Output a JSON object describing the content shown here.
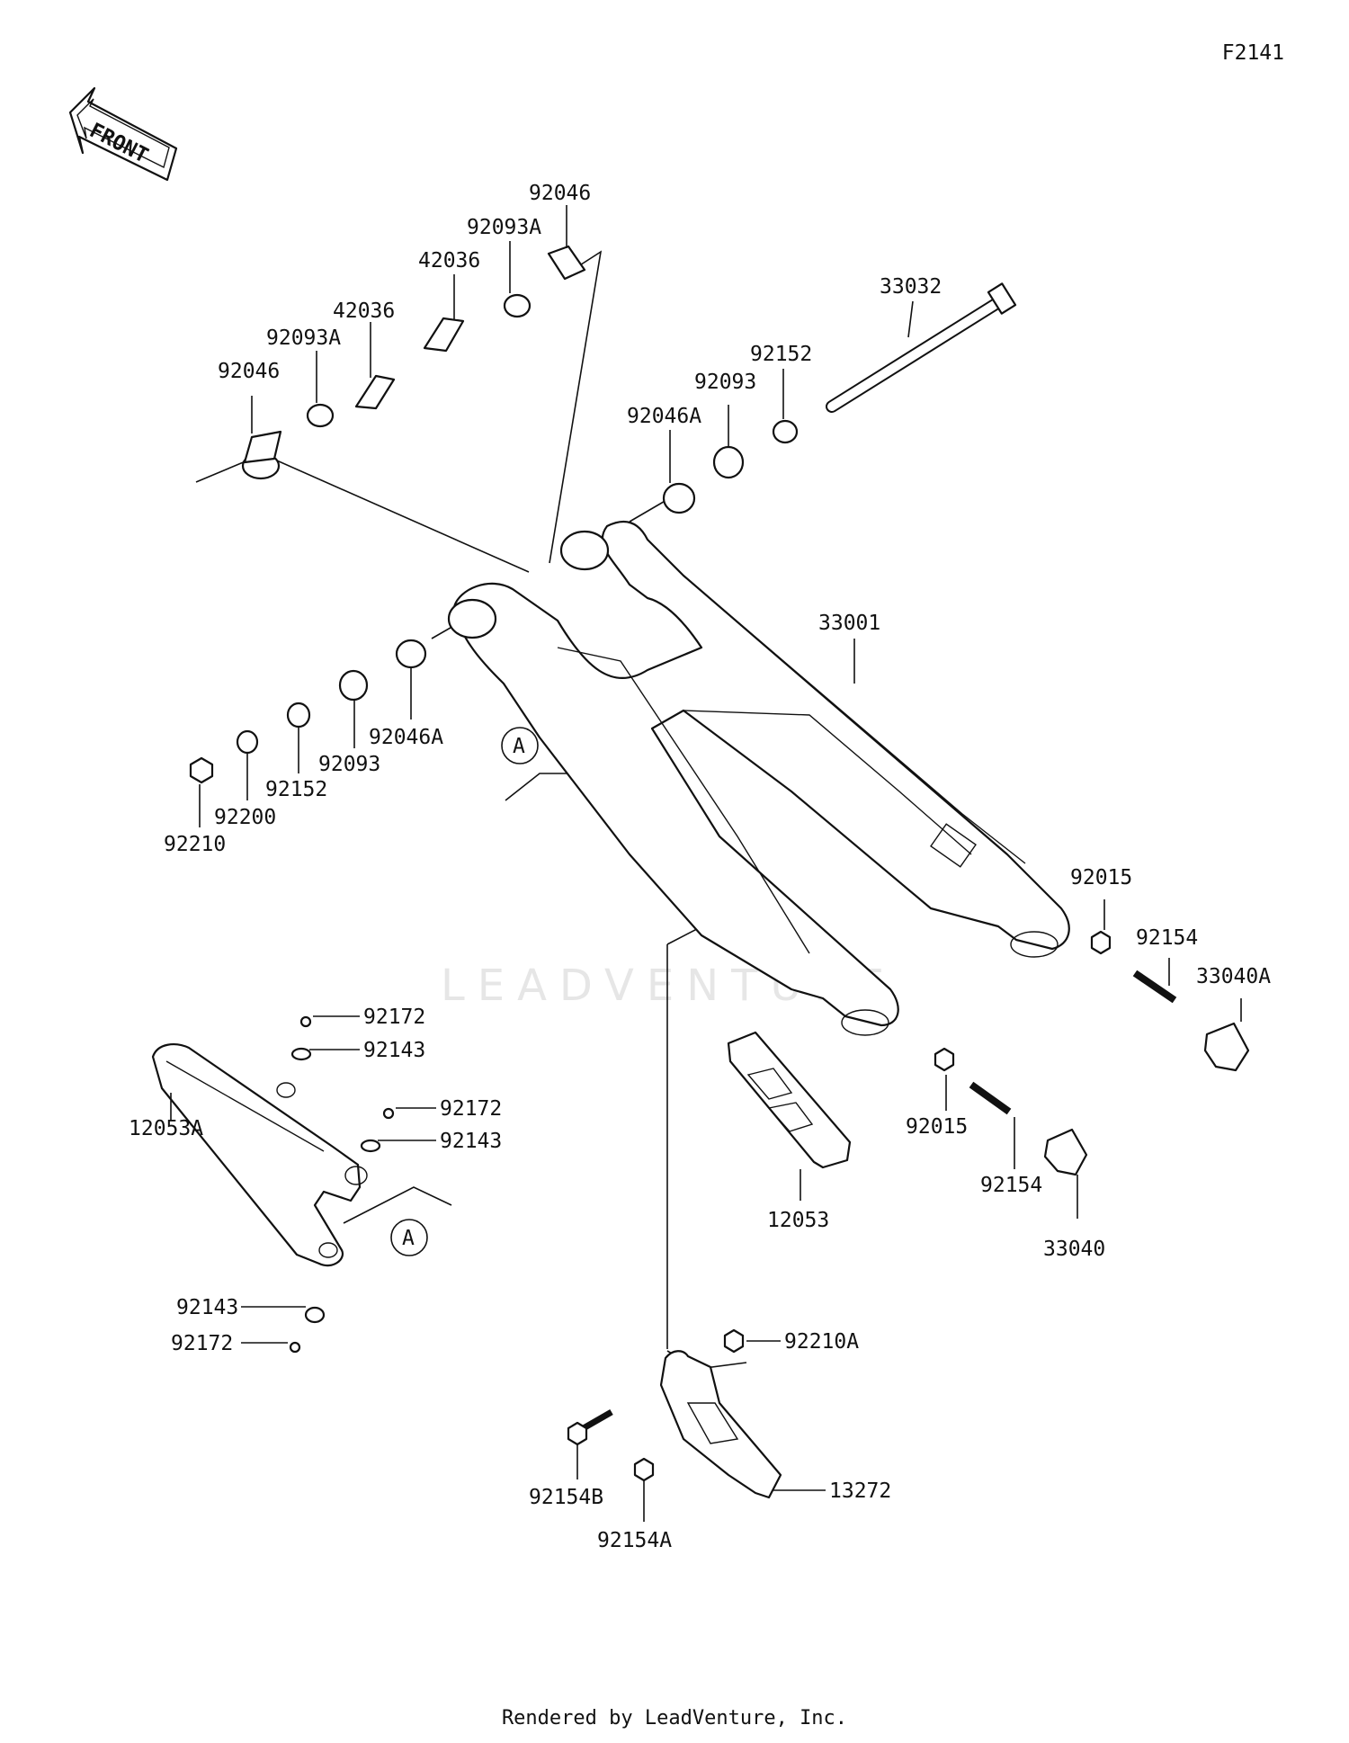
{
  "header": {
    "diagram_code": "F2141",
    "front_arrow_text": "FRONT"
  },
  "reference_marker": "A",
  "watermark": "LEADVENTURE",
  "footer": {
    "rendered_by": "Rendered by LeadVenture, Inc."
  },
  "parts": [
    {
      "id": "p1",
      "number": "92046"
    },
    {
      "id": "p2",
      "number": "92093A"
    },
    {
      "id": "p3",
      "number": "42036"
    },
    {
      "id": "p4",
      "number": "42036"
    },
    {
      "id": "p5",
      "number": "92093A"
    },
    {
      "id": "p6",
      "number": "92046"
    },
    {
      "id": "p7",
      "number": "33032"
    },
    {
      "id": "p8",
      "number": "92152"
    },
    {
      "id": "p9",
      "number": "92093"
    },
    {
      "id": "p10",
      "number": "92046A"
    },
    {
      "id": "p11",
      "number": "33001"
    },
    {
      "id": "p12",
      "number": "92046A"
    },
    {
      "id": "p13",
      "number": "92093"
    },
    {
      "id": "p14",
      "number": "92152"
    },
    {
      "id": "p15",
      "number": "92200"
    },
    {
      "id": "p16",
      "number": "92210"
    },
    {
      "id": "p17",
      "number": "92015"
    },
    {
      "id": "p18",
      "number": "92154"
    },
    {
      "id": "p19",
      "number": "33040A"
    },
    {
      "id": "p20",
      "number": "92172"
    },
    {
      "id": "p21",
      "number": "92143"
    },
    {
      "id": "p22",
      "number": "92172"
    },
    {
      "id": "p23",
      "number": "92143"
    },
    {
      "id": "p24",
      "number": "12053A"
    },
    {
      "id": "p25",
      "number": "12053"
    },
    {
      "id": "p26",
      "number": "92015"
    },
    {
      "id": "p27",
      "number": "92154"
    },
    {
      "id": "p28",
      "number": "33040"
    },
    {
      "id": "p29",
      "number": "92143"
    },
    {
      "id": "p30",
      "number": "92172"
    },
    {
      "id": "p31",
      "number": "92210A"
    },
    {
      "id": "p32",
      "number": "13272"
    },
    {
      "id": "p33",
      "number": "92154B"
    },
    {
      "id": "p34",
      "number": "92154A"
    }
  ]
}
